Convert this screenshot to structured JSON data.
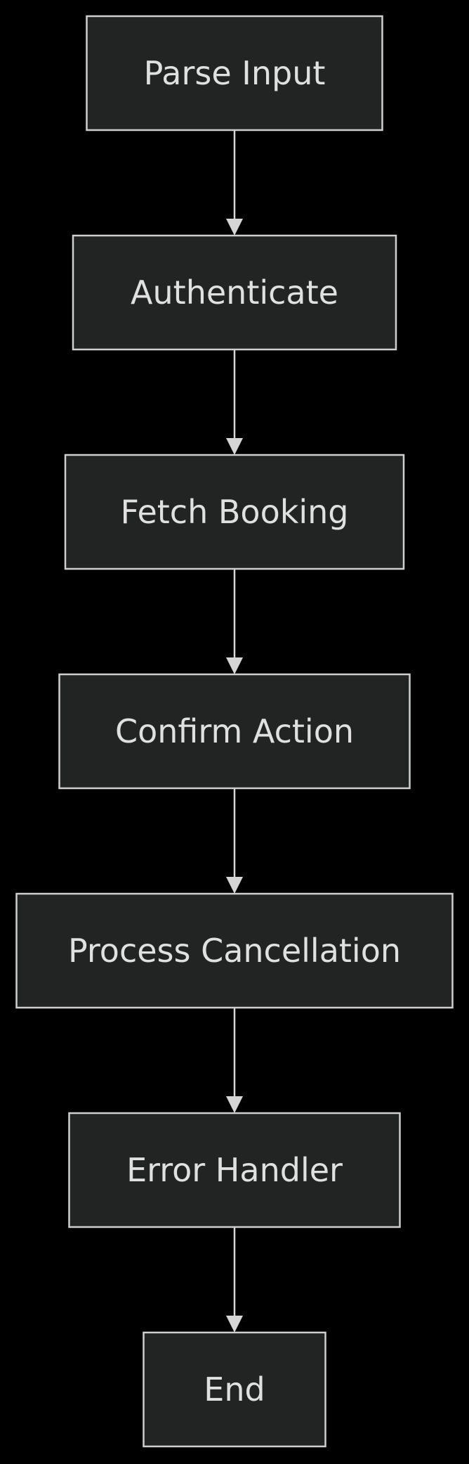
{
  "diagram": {
    "type": "flowchart",
    "direction": "top-to-bottom",
    "colors": {
      "background": "#000000",
      "node_fill": "#222323",
      "node_border": "#cfcfcf",
      "text": "#e0e0e0",
      "edge": "#d6d6d6"
    },
    "nodes": [
      {
        "id": "parse-input",
        "label": "Parse Input"
      },
      {
        "id": "authenticate",
        "label": "Authenticate"
      },
      {
        "id": "fetch-booking",
        "label": "Fetch Booking"
      },
      {
        "id": "confirm-action",
        "label": "Confirm Action"
      },
      {
        "id": "process-cancellation",
        "label": "Process Cancellation"
      },
      {
        "id": "error-handler",
        "label": "Error Handler"
      },
      {
        "id": "end",
        "label": "End"
      }
    ],
    "edges": [
      {
        "from": "parse-input",
        "to": "authenticate"
      },
      {
        "from": "authenticate",
        "to": "fetch-booking"
      },
      {
        "from": "fetch-booking",
        "to": "confirm-action"
      },
      {
        "from": "confirm-action",
        "to": "process-cancellation"
      },
      {
        "from": "process-cancellation",
        "to": "error-handler"
      },
      {
        "from": "error-handler",
        "to": "end"
      }
    ]
  }
}
